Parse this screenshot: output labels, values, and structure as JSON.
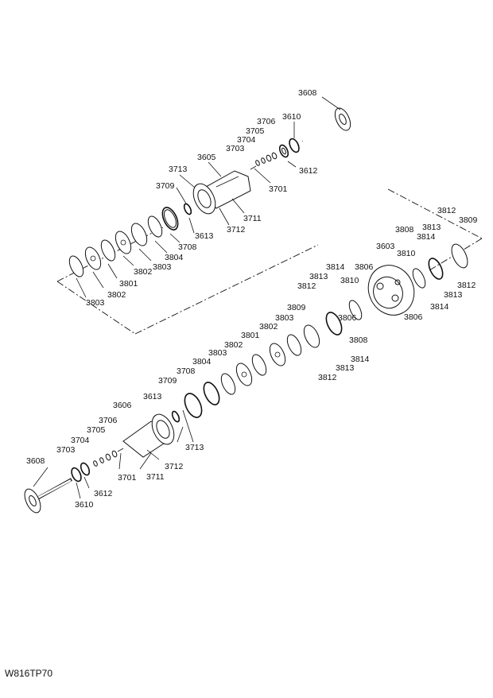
{
  "drawing_code": "W816TP70",
  "callouts": [
    {
      "key": "u3608",
      "text": "3608"
    },
    {
      "key": "u3610",
      "text": "3610"
    },
    {
      "key": "u3706",
      "text": "3706"
    },
    {
      "key": "u3705",
      "text": "3705"
    },
    {
      "key": "u3704",
      "text": "3704"
    },
    {
      "key": "u3703",
      "text": "3703"
    },
    {
      "key": "u3612",
      "text": "3612"
    },
    {
      "key": "u3605",
      "text": "3605"
    },
    {
      "key": "u3701",
      "text": "3701"
    },
    {
      "key": "u3713",
      "text": "3713"
    },
    {
      "key": "u3709",
      "text": "3709"
    },
    {
      "key": "u3711",
      "text": "3711"
    },
    {
      "key": "u3712",
      "text": "3712"
    },
    {
      "key": "u3613",
      "text": "3613"
    },
    {
      "key": "u3708",
      "text": "3708"
    },
    {
      "key": "u3804",
      "text": "3804"
    },
    {
      "key": "u3803",
      "text": "3803"
    },
    {
      "key": "u3802",
      "text": "3802"
    },
    {
      "key": "u3801",
      "text": "3801"
    },
    {
      "key": "u3802b",
      "text": "3802"
    },
    {
      "key": "u3803b",
      "text": "3803"
    },
    {
      "key": "r3812a",
      "text": "3812"
    },
    {
      "key": "r3809",
      "text": "3809"
    },
    {
      "key": "r3813a",
      "text": "3813"
    },
    {
      "key": "r3808",
      "text": "3808"
    },
    {
      "key": "r3814a",
      "text": "3814"
    },
    {
      "key": "r3603",
      "text": "3603"
    },
    {
      "key": "r3810",
      "text": "3810"
    },
    {
      "key": "r3812b",
      "text": "3812"
    },
    {
      "key": "r3806",
      "text": "3806"
    },
    {
      "key": "r3814b",
      "text": "3814"
    },
    {
      "key": "r3813b",
      "text": "3813"
    },
    {
      "key": "m3814",
      "text": "3814"
    },
    {
      "key": "m3806",
      "text": "3806"
    },
    {
      "key": "m3813",
      "text": "3813"
    },
    {
      "key": "m3810",
      "text": "3810"
    },
    {
      "key": "m3812",
      "text": "3812"
    },
    {
      "key": "m3809",
      "text": "3809"
    },
    {
      "key": "m3803",
      "text": "3803"
    },
    {
      "key": "m3801",
      "text": "3801"
    },
    {
      "key": "m3802",
      "text": "3802"
    },
    {
      "key": "m3806b",
      "text": "3806"
    },
    {
      "key": "m3808",
      "text": "3808"
    },
    {
      "key": "m3814b",
      "text": "3814"
    },
    {
      "key": "m3813b",
      "text": "3813"
    },
    {
      "key": "m3812b",
      "text": "3812"
    },
    {
      "key": "l3803",
      "text": "3803"
    },
    {
      "key": "l3802",
      "text": "3802"
    },
    {
      "key": "l3804",
      "text": "3804"
    },
    {
      "key": "l3708",
      "text": "3708"
    },
    {
      "key": "l3709",
      "text": "3709"
    },
    {
      "key": "l3613",
      "text": "3613"
    },
    {
      "key": "l3606",
      "text": "3606"
    },
    {
      "key": "l3706",
      "text": "3706"
    },
    {
      "key": "l3705",
      "text": "3705"
    },
    {
      "key": "l3704",
      "text": "3704"
    },
    {
      "key": "l3703",
      "text": "3703"
    },
    {
      "key": "l3713",
      "text": "3713"
    },
    {
      "key": "l3712",
      "text": "3712"
    },
    {
      "key": "l3711",
      "text": "3711"
    },
    {
      "key": "l3701",
      "text": "3701"
    },
    {
      "key": "l3608",
      "text": "3608"
    },
    {
      "key": "l3612",
      "text": "3612"
    },
    {
      "key": "l3610",
      "text": "3610"
    }
  ]
}
